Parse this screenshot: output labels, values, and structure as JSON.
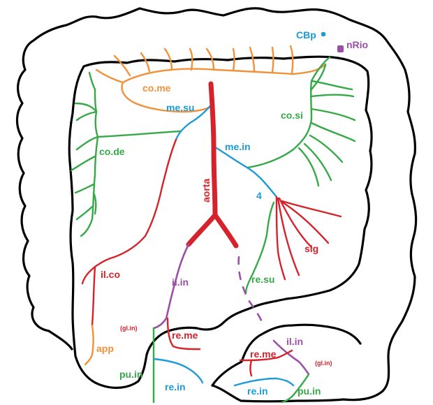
{
  "labels": {
    "cbp": "CBp",
    "nrio": "nRio",
    "co_me": "co.me",
    "me_su": "me.su",
    "co_si": "co.si",
    "co_de": "co.de",
    "me_in": "me.in",
    "aorta": "aorta",
    "four": "4",
    "sig": "sig",
    "il_co": "il.co",
    "il_in": "il.in",
    "re_su": "re.su",
    "gl_in_left": "(gl.in)",
    "re_me_left": "re.me",
    "app": "app",
    "pu_in_left": "pu.in",
    "re_in_left": "re.in",
    "il_in_right": "il.in",
    "re_me_right": "re.me",
    "gl_in_right": "(gl.in)",
    "re_in_right": "re.in",
    "pu_in_right": "pu.in"
  },
  "colors": {
    "outline": "#000000",
    "orange": "#f0923a",
    "green": "#35a948",
    "red": "#d6222a",
    "blue": "#1c9bd9",
    "purple": "#9b4fa6"
  }
}
